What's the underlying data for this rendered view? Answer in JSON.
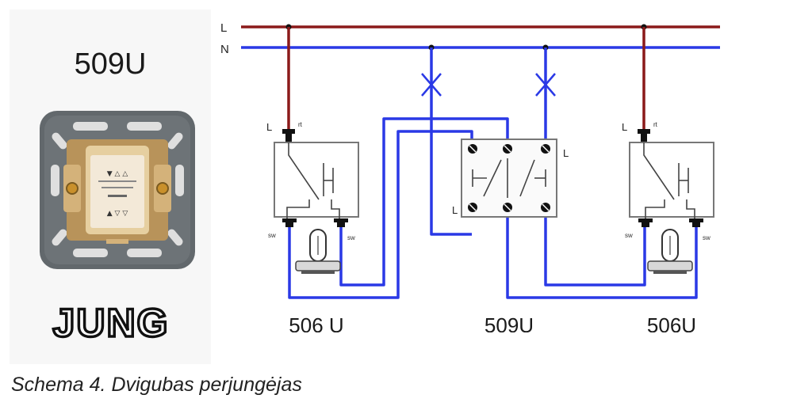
{
  "product": {
    "model": "509U",
    "brand": "JUNG",
    "module_marks": [
      "▼ △ △",
      "▲ ▽ ▽"
    ]
  },
  "diagram": {
    "bus_labels": {
      "phase": "L",
      "neutral": "N"
    },
    "terminal_labels": {
      "left_phase": "L",
      "left_rt": "rt",
      "right_phase": "L",
      "right_rt": "rt",
      "center_top": "L",
      "center_bottom": "L",
      "sw": "sw"
    },
    "devices": [
      "506 U",
      "509U",
      "506U"
    ],
    "colors": {
      "phase": "#8b1a1a",
      "neutral": "#2a39e6",
      "device": "#777777"
    }
  },
  "caption": "Schema 4. Dvigubas perjungėjas"
}
